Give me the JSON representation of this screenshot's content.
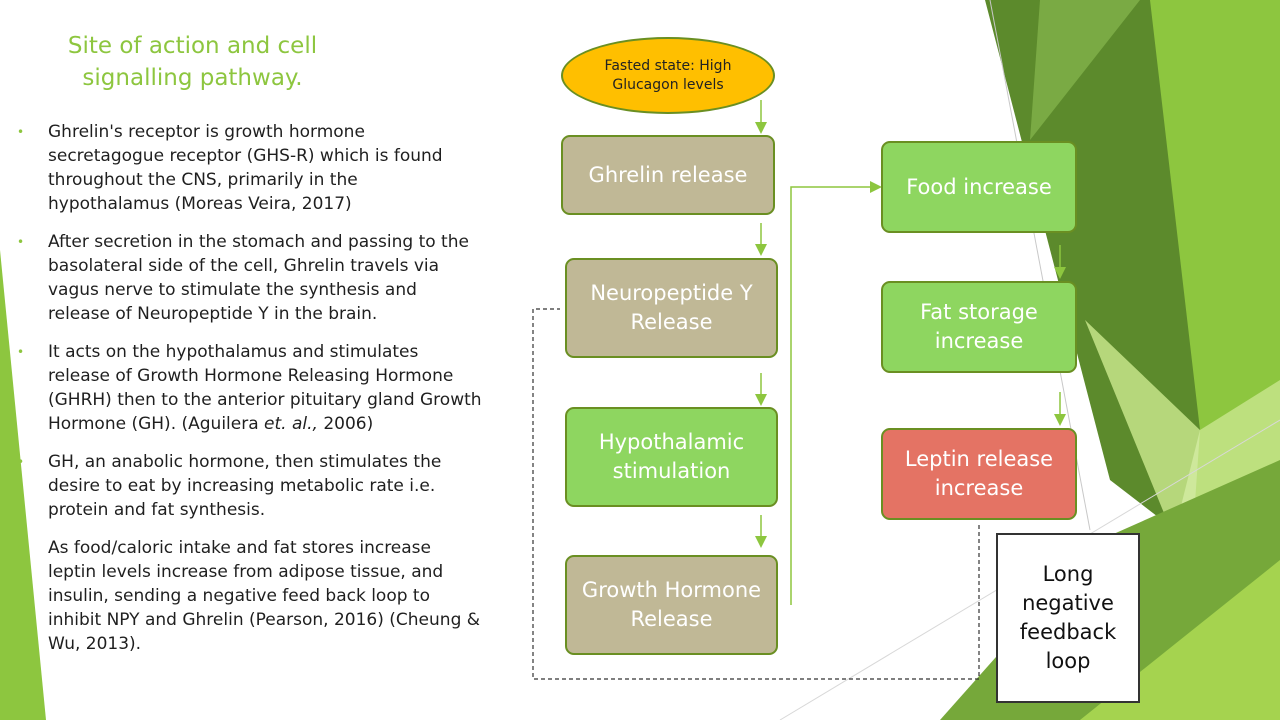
{
  "slide": {
    "title": "Site of action and cell signalling pathway.",
    "bullets": [
      {
        "text": "Ghrelin's receptor is growth hormone secretagogue receptor (GHS-R) which is found throughout the CNS, primarily in the hypothalamus (Moreas Veira, 2017)"
      },
      {
        "text": "After secretion in the stomach and passing to the basolateral side of the cell, Ghrelin travels via vagus nerve to stimulate the synthesis and release of Neuropeptide Y in the brain."
      },
      {
        "pre": "It acts on the hypothalamus and stimulates release of Growth Hormone Releasing Hormone (GHRH) then to the anterior pituitary gland Growth Hormone (GH). (Aguilera ",
        "emph": "et. al.,",
        "post": " 2006)"
      },
      {
        "text": "GH, an anabolic hormone, then stimulates the desire to eat by increasing metabolic rate i.e. protein and fat synthesis."
      },
      {
        "text": "As food/caloric intake and fat stores increase leptin levels increase from adipose tissue, and insulin, sending a negative feed back loop to inhibit NPY and Ghrelin (Pearson, 2016) (Cheung & Wu, 2013)."
      }
    ],
    "bullet_glyph": "•"
  },
  "flowchart": {
    "start": "Fasted state: High Glucagon levels",
    "left_column": [
      "Ghrelin release",
      "Neuropeptide Y Release",
      "Hypothalamic stimulation",
      "Growth Hormone Release"
    ],
    "right_column": [
      "Food increase",
      "Fat storage increase",
      "Leptin release increase"
    ],
    "feedback_label": "Long negative feedback loop"
  },
  "colors": {
    "accent_green": "#8dc63f",
    "tan_box": "#c0b896",
    "green_box": "#8ed660",
    "red_box": "#e47364",
    "oval_fill": "#ffbf00",
    "arrow": "#8dc63f"
  }
}
